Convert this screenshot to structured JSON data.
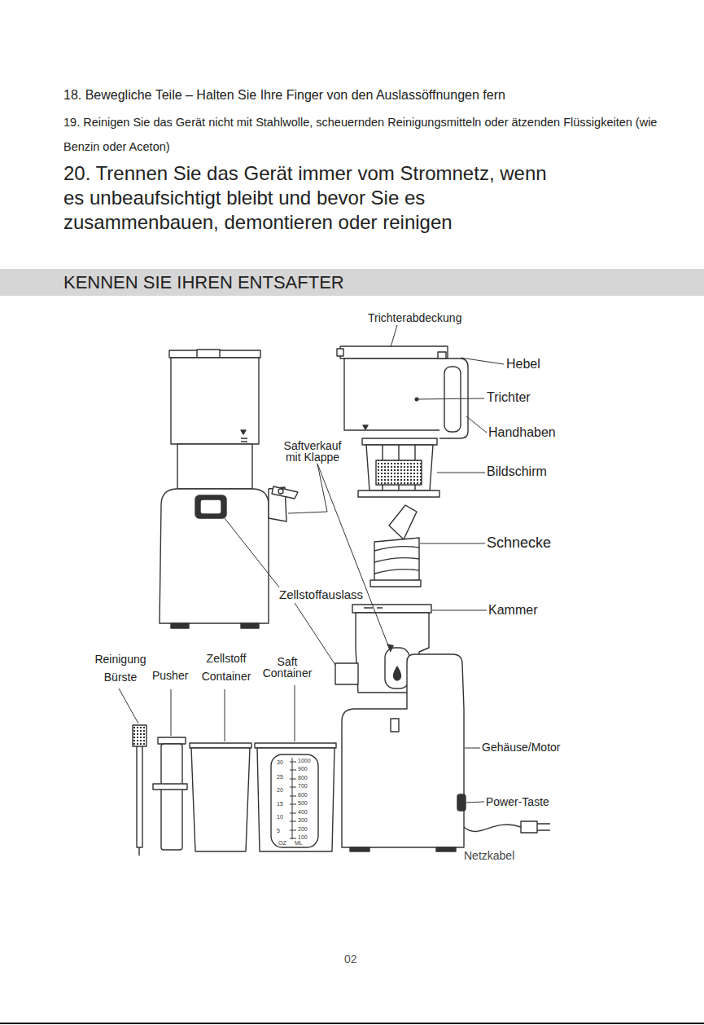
{
  "diagram": {
    "nodes": [
      {
        "text": [
          "KENNEN SIE IHREN ENTSAFTER"
        ]
      }
    ],
    "labels": [
      "18. Bewegliche Teile – Halten Sie Ihre Finger von den Auslassöffnungen fern",
      "19. Reinigen Sie das Gerät nicht mit Stahlwolle, scheuernden Reinigungsmitteln oder ätzenden Flüssigkeiten (wie Benzin oder Aceton)",
      "20. Trennen Sie das Gerät immer vom Stromnetz, wenn es unbeaufsichtigt bleibt und bevor Sie es zusammenbauen, demontieren oder reinigen",
      "Trichterabdeckung",
      "Hebel",
      "Trichter",
      "Handhaben",
      "Saftverkauf mit Klappe",
      "Bildschirm",
      "Schnecke",
      "Zellstoffauslass",
      "Kammer",
      "Reinigung Bürste",
      "Pusher",
      "Zellstoff Container",
      "Saft Container",
      "Gehäuse/Motor",
      "Power-Taste",
      "Netzkabel",
      "02",
      "1000",
      "900",
      "800",
      "700",
      "600",
      "500",
      "400",
      "300",
      "200",
      "100",
      "30",
      "25",
      "20",
      "15",
      "10",
      "5",
      "OZ",
      "ML"
    ]
  }
}
